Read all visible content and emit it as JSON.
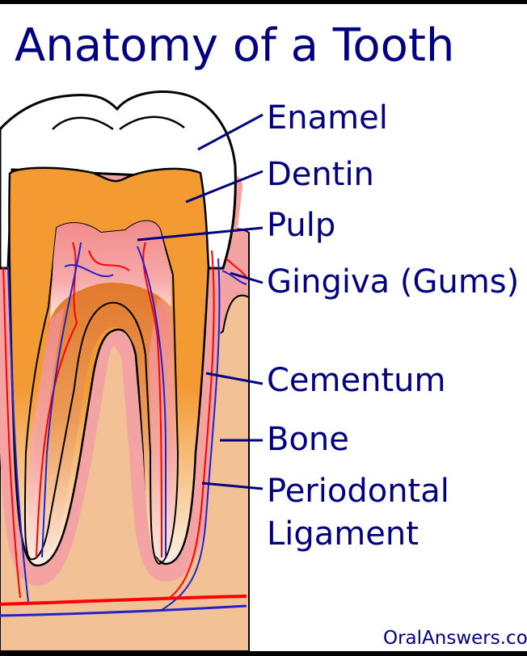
{
  "title": "Anatomy of a Tooth",
  "labels": {
    "enamel": "Enamel",
    "dentin": "Dentin",
    "pulp": "Pulp",
    "gingiva": "Gingiva (Gums)",
    "cementum": "Cementum",
    "bone": "Bone",
    "periodontal": "Periodontal",
    "ligament": "Ligament"
  },
  "footer": "OralAnswers.com",
  "colors": {
    "text": "#000080",
    "enamel": "#ffffff",
    "dentin": "#f39a32",
    "pulp": "#f28b8b",
    "gum": "#f4a3a3",
    "bone": "#f2c195",
    "artery": "#ff0000",
    "vein": "#2222cc"
  }
}
